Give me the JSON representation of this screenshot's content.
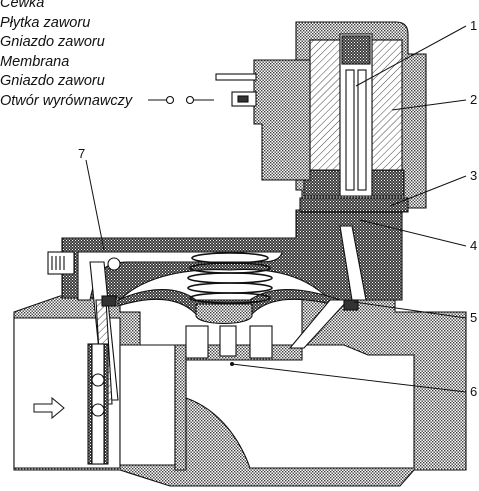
{
  "legend": [
    "Cewka",
    "Płytka zaworu",
    "Gniazdo zaworu",
    "Membrana",
    "Gniazdo zaworu",
    "Otwór wyrównawczy"
  ],
  "callouts": {
    "c1": "1",
    "c2": "2",
    "c3": "3",
    "c4": "4",
    "c5": "5",
    "c6": "6",
    "c7": "7"
  },
  "colors": {
    "ink": "#111111",
    "hatch": "#5a5a5a",
    "paper": "#ffffff"
  },
  "icons": {
    "flow": "right-arrow-icon",
    "switch": "switch-symbol-icon"
  }
}
